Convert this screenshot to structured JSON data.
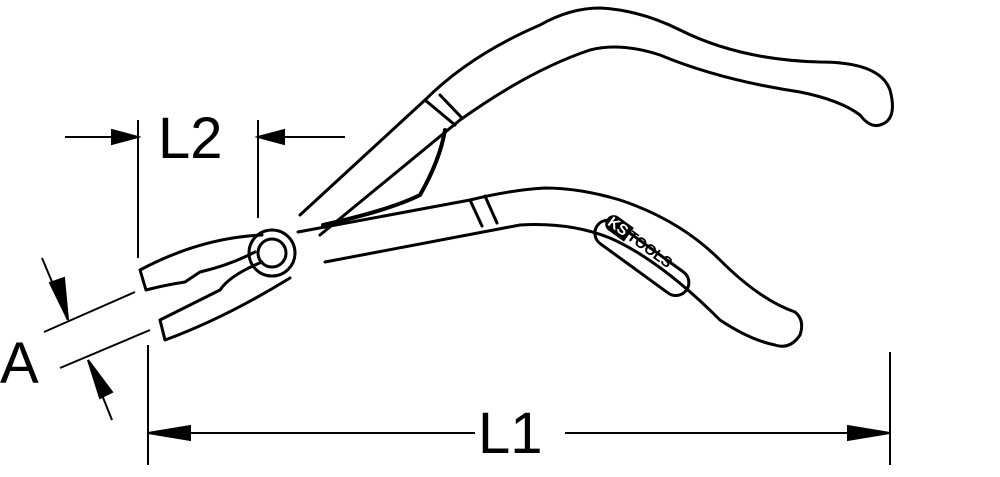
{
  "diagram": {
    "subject": "pliers technical drawing",
    "labels": {
      "l1": "L1",
      "l2": "L2",
      "a": "A"
    },
    "brand": {
      "ks": "KS",
      "tools": "TOOLS"
    },
    "colors": {
      "line": "#000000",
      "background": "#ffffff"
    }
  }
}
